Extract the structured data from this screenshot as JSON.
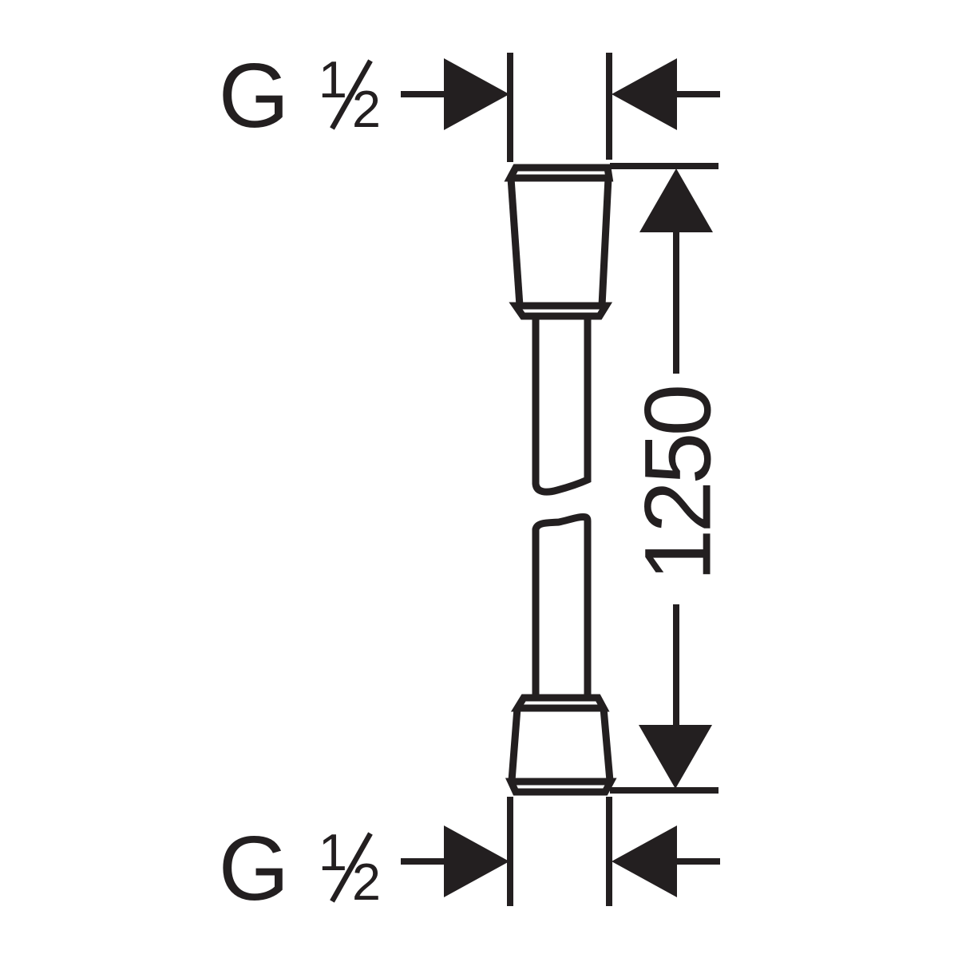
{
  "figure": {
    "type": "technical-dimension-drawing",
    "subject": "shower-hose-with-conical-connectors",
    "background_color": "#ffffff",
    "line_color": "#231f20",
    "top_thread_dimension": {
      "letter": "G",
      "numerator": "1",
      "denominator": "2"
    },
    "hose_length_dimension": {
      "value": "1250"
    },
    "bottom_thread_dimension": {
      "letter": "G",
      "numerator": "1",
      "denominator": "2"
    }
  }
}
